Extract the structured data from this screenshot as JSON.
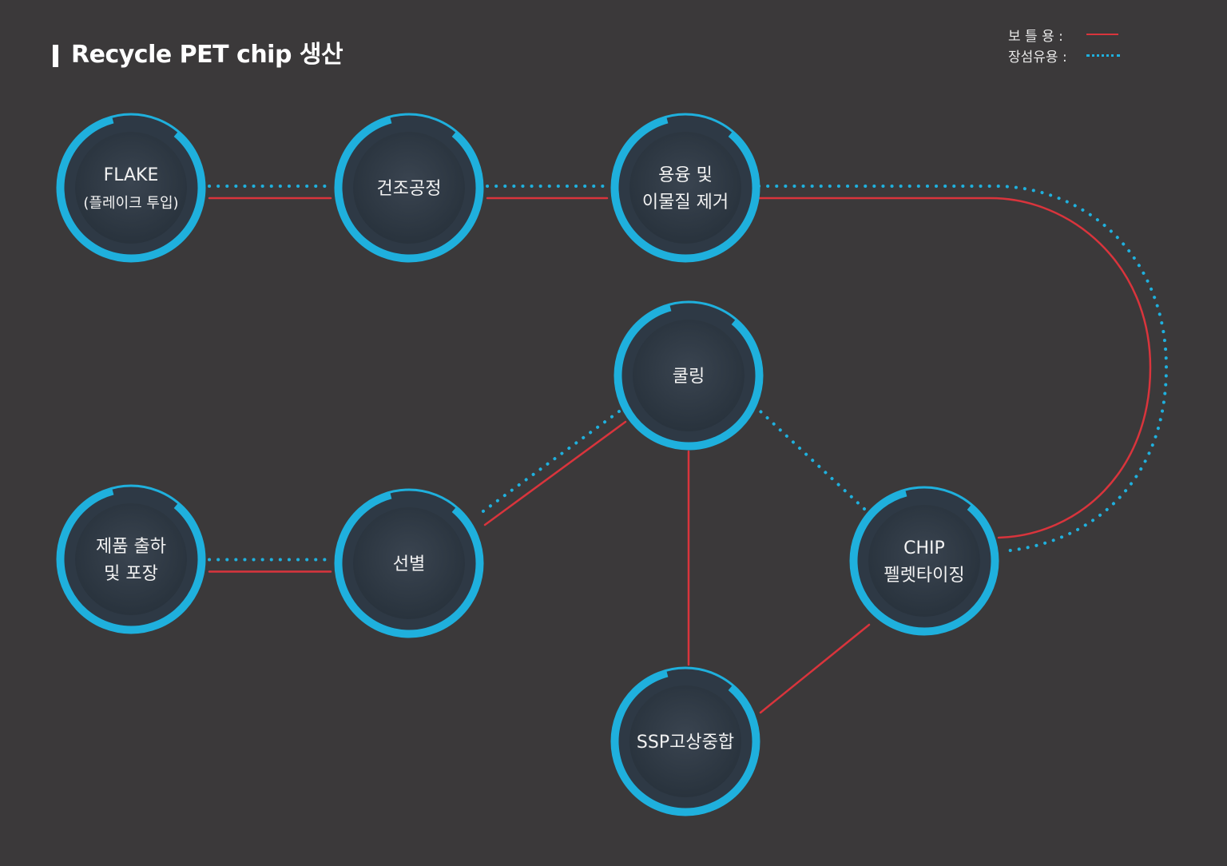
{
  "title": "Recycle PET chip 생산",
  "legend": [
    {
      "label": "보 틀 용 :",
      "style": "solid",
      "color": "#d9343c"
    },
    {
      "label": "장섬유용 :",
      "style": "dotted",
      "color": "#1fb0dd"
    }
  ],
  "colors": {
    "background": "#3b393a",
    "ring": "#1fb0dd",
    "node_fill": "#2f3a45",
    "bottle_line": "#d9343c",
    "fiber_line": "#1fb0dd"
  },
  "nodes": [
    {
      "id": "flake",
      "lines": [
        "FLAKE",
        "(플레이크 투입)"
      ]
    },
    {
      "id": "drying",
      "lines": [
        "건조공정"
      ]
    },
    {
      "id": "melt",
      "lines": [
        "용융 및",
        "이물질 제거"
      ]
    },
    {
      "id": "cooling",
      "lines": [
        "쿨링"
      ]
    },
    {
      "id": "packing",
      "lines": [
        "제품 출하",
        "및 포장"
      ]
    },
    {
      "id": "sorting",
      "lines": [
        "선별"
      ]
    },
    {
      "id": "chip",
      "lines": [
        "CHIP",
        "펠렛타이징"
      ]
    },
    {
      "id": "ssp",
      "lines": [
        "SSP고상중합"
      ]
    }
  ],
  "connections": [
    {
      "from": "flake",
      "to": "drying",
      "types": [
        "solid",
        "dotted"
      ]
    },
    {
      "from": "drying",
      "to": "melt",
      "types": [
        "solid",
        "dotted"
      ]
    },
    {
      "from": "melt",
      "to": "chip",
      "types": [
        "solid",
        "dotted"
      ]
    },
    {
      "from": "chip",
      "to": "cooling",
      "types": [
        "dotted"
      ]
    },
    {
      "from": "cooling",
      "to": "sorting",
      "types": [
        "solid",
        "dotted"
      ]
    },
    {
      "from": "chip",
      "to": "ssp",
      "types": [
        "solid"
      ]
    },
    {
      "from": "ssp",
      "to": "cooling",
      "types": [
        "solid"
      ]
    },
    {
      "from": "sorting",
      "to": "packing",
      "types": [
        "solid",
        "dotted"
      ]
    }
  ]
}
